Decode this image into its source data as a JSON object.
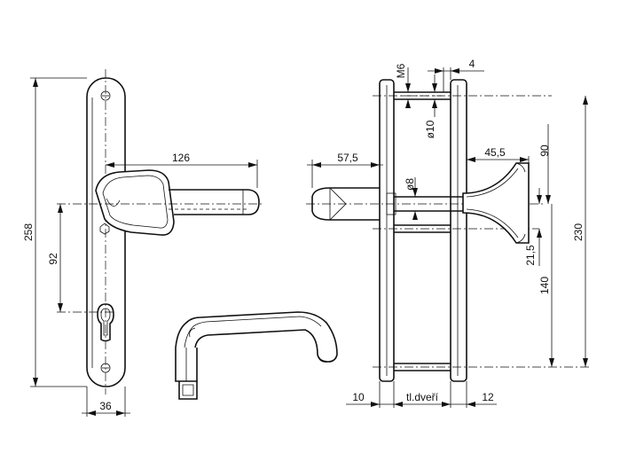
{
  "dimensions": {
    "plate_height": "258",
    "plate_width": "36",
    "handle_length": "126",
    "hole_spacing": "92",
    "spindle_offset": "57,5",
    "knob_depth": "45,5",
    "screw_thread": "M6",
    "plate_gap": "4",
    "sleeve_diameter": "ø10",
    "spindle_diameter": "ø8",
    "upper_distance": "90",
    "total_distance": "230",
    "offset_small": "21,5",
    "lower_distance": "140",
    "left_thickness": "10",
    "door_thickness_label": "tl.dveří",
    "right_thickness": "12"
  }
}
